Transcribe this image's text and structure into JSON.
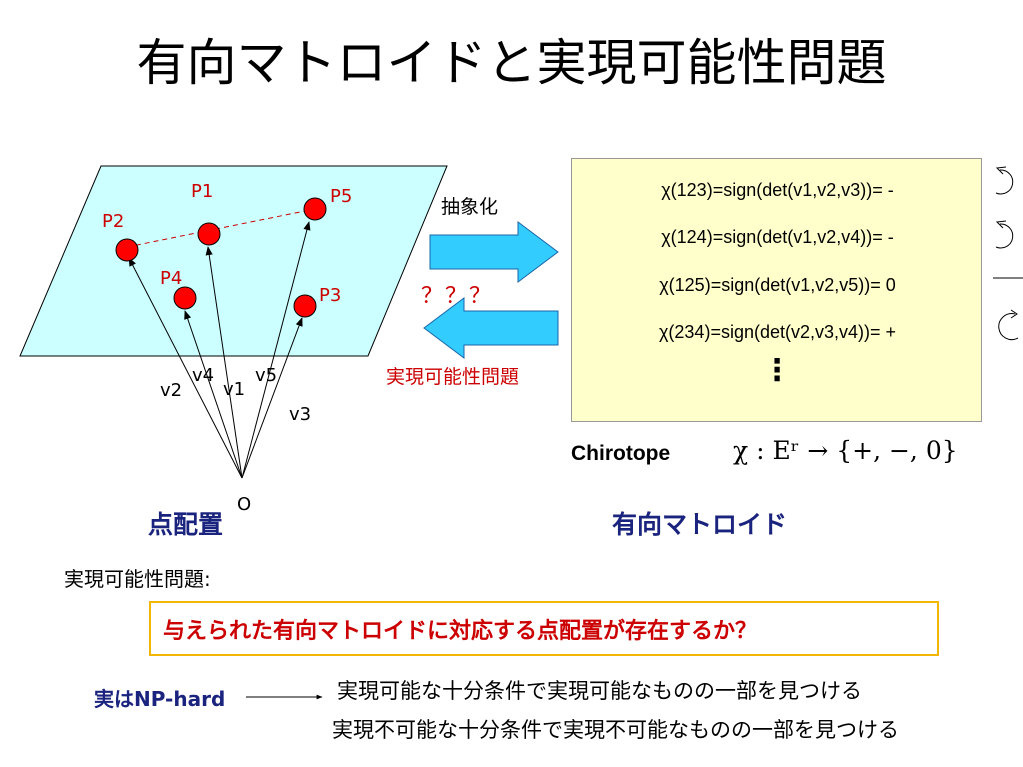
{
  "title": "有向マトロイドと実現可能性問題",
  "points": [
    {
      "label": "P1"
    },
    {
      "label": "P2"
    },
    {
      "label": "P3"
    },
    {
      "label": "P4"
    },
    {
      "label": "P5"
    }
  ],
  "vectors": [
    {
      "label": "v1"
    },
    {
      "label": "v2"
    },
    {
      "label": "v3"
    },
    {
      "label": "v4"
    },
    {
      "label": "v5"
    }
  ],
  "origin_label": "O",
  "abstraction_label": "抽象化",
  "unknown_label": "？？？",
  "realizability_arrow_label": "実現可能性問題",
  "chirotope_rows": [
    "χ(123)=sign(det(v1,v2,v3))= -",
    "χ(124)=sign(det(v1,v2,v4))= -",
    "χ(125)=sign(det(v1,v2,v5))= 0",
    "χ(234)=sign(det(v2,v3,v4))= +"
  ],
  "chirotope_ellipsis": "⋮",
  "chirotope_label": "Chirotope",
  "chirotope_formula": "χ : Eʳ → {+, −, 0}",
  "point_config_label": "点配置",
  "oriented_matroid_label": "有向マトロイド",
  "problem_heading": "実現可能性問題:",
  "problem_text": "与えられた有向マトロイドに対応する点配置が存在するか？",
  "np_hard_label": "実はNP-hard",
  "approaches": [
    "実現可能な十分条件で実現可能なものの一部を見つける",
    "実現不可能な十分条件で実現不可能なものの一部を見つける"
  ],
  "colors": {
    "plane_fill": "#ccffff",
    "point_fill": "#ff0000",
    "arrow_fill": "#33ccff",
    "chirotope_box": "#ffffcc",
    "label_blue": "#1a237e",
    "label_red": "#cc0000",
    "problem_border": "#f2b705"
  },
  "icons": [
    "counterclockwise-orientation-icon",
    "counterclockwise-orientation-icon",
    "collinear-line-icon",
    "clockwise-orientation-icon"
  ]
}
